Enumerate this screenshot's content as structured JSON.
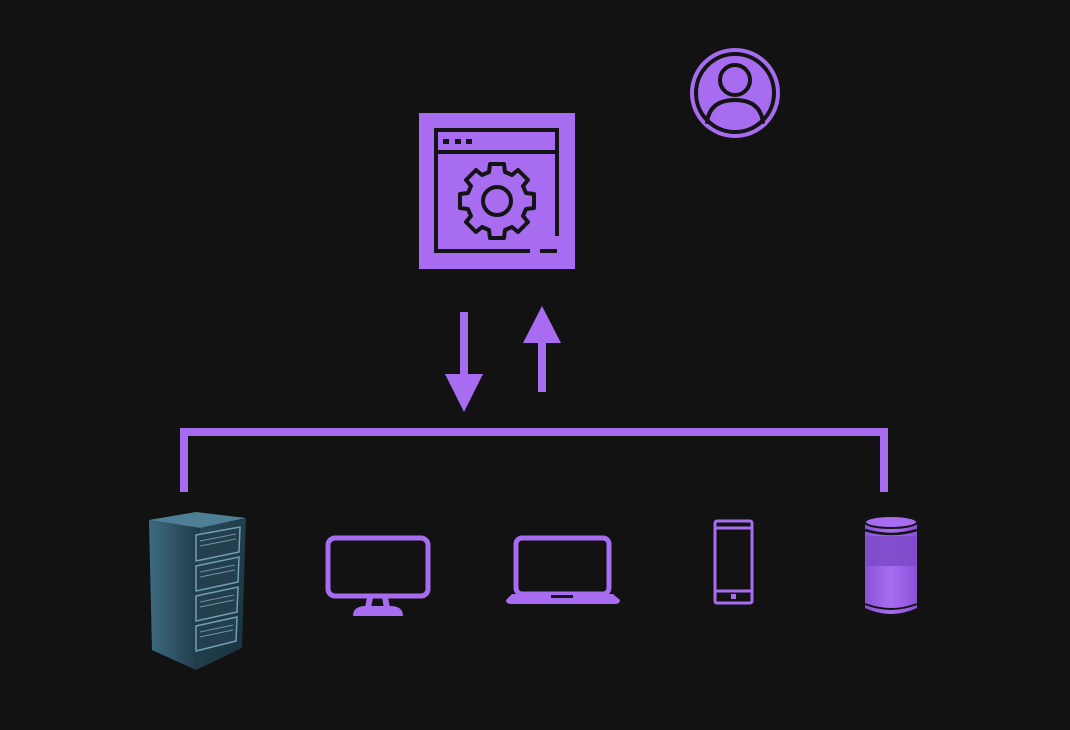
{
  "colors": {
    "background": "#121212",
    "accent": "#A76CF0",
    "icon_detail": "#141414"
  },
  "diagram": {
    "nodes": [
      {
        "role": "user",
        "icon": "user-avatar-icon"
      },
      {
        "role": "application",
        "icon": "settings-window-icon"
      },
      {
        "role": "server",
        "icon": "server-rack-icon"
      },
      {
        "role": "desktop",
        "icon": "desktop-monitor-icon"
      },
      {
        "role": "laptop",
        "icon": "laptop-icon"
      },
      {
        "role": "smartphone",
        "icon": "smartphone-icon"
      },
      {
        "role": "smart-speaker",
        "icon": "smart-speaker-icon"
      }
    ],
    "connectors": [
      {
        "direction": "down",
        "icon": "arrow-down-icon"
      },
      {
        "direction": "up",
        "icon": "arrow-up-icon"
      },
      {
        "type": "bracket",
        "icon": "device-bus-bracket"
      }
    ]
  }
}
